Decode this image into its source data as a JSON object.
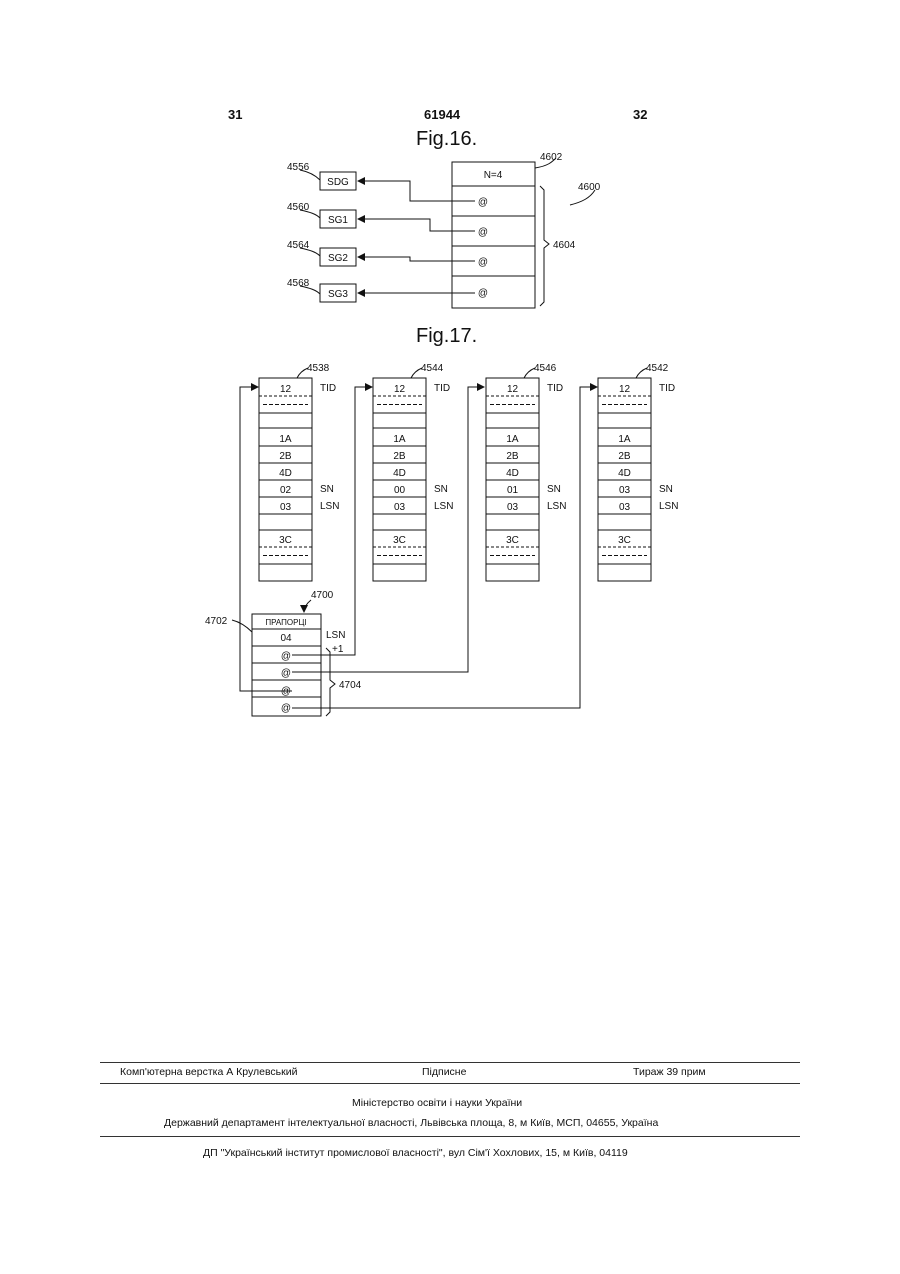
{
  "header": {
    "left_page": "31",
    "doc_number": "61944",
    "right_page": "32"
  },
  "fig16": {
    "title": "Fig.16.",
    "ref_table": "4602",
    "ref_whole": "4600",
    "ref_group": "4604",
    "first_cell": "N=4",
    "ptr": "@",
    "boxes": [
      {
        "ref": "4556",
        "label": "SDG"
      },
      {
        "ref": "4560",
        "label": "SG1"
      },
      {
        "ref": "4564",
        "label": "SG2"
      },
      {
        "ref": "4568",
        "label": "SG3"
      }
    ]
  },
  "fig17": {
    "title": "Fig.17.",
    "tables": [
      {
        "ref": "4538",
        "tid": "12",
        "r3": "1A",
        "r4": "2B",
        "r5": "4D",
        "sn": "02",
        "lsn": "03",
        "r9": "3C"
      },
      {
        "ref": "4544",
        "tid": "12",
        "r3": "1A",
        "r4": "2B",
        "r5": "4D",
        "sn": "00",
        "lsn": "03",
        "r9": "3C"
      },
      {
        "ref": "4546",
        "tid": "12",
        "r3": "1A",
        "r4": "2B",
        "r5": "4D",
        "sn": "01",
        "lsn": "03",
        "r9": "3C"
      },
      {
        "ref": "4542",
        "tid": "12",
        "r3": "1A",
        "r4": "2B",
        "r5": "4D",
        "sn": "03",
        "lsn": "03",
        "r9": "3C"
      }
    ],
    "labels": {
      "tid": "TID",
      "sn": "SN",
      "lsn": "LSN",
      "plus_one": "+1"
    },
    "flag": {
      "ref": "4700",
      "ref_head": "4702",
      "ref_group": "4704",
      "head": "ПРАПОРЦІ",
      "lsn_value": "04",
      "ptr": "@"
    }
  },
  "footer": {
    "compiler": "Комп'ютерна верстка А  Крулевський",
    "signed": "Підписне",
    "circulation": "Тираж 39 прим",
    "ministry": "Міністерство освіти і науки України",
    "department": "Державний департамент інтелектуальної власності, Львівська площа, 8, м  Київ, МСП, 04655, Україна",
    "institute": "ДП \"Український інститут промислової власності\", вул  Сім'ї Хохлових, 15, м  Київ, 04119"
  }
}
